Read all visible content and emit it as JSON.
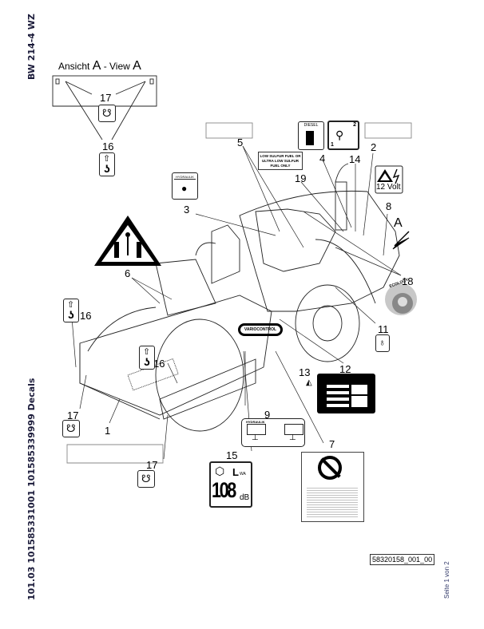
{
  "header": {
    "model": "BW 214-4 WZ"
  },
  "side_caption": "101.03 101585331001 101585339999 Decals",
  "view_caption": {
    "prefix": "Ansicht ",
    "letter": "A",
    "sep": " - View ",
    "letter2": "A"
  },
  "callouts": {
    "c1": "1",
    "c2": "2",
    "c3": "3",
    "c4": "4",
    "c5": "5",
    "c6": "6",
    "c7": "7",
    "c8": "8",
    "c9": "9",
    "c11": "11",
    "c12": "12",
    "c13": "13",
    "c14": "14",
    "c15": "15",
    "c16": "16",
    "c17": "17",
    "c18": "18",
    "c19": "19",
    "view_arrow": "A"
  },
  "decals": {
    "diesel": "DIESEL",
    "fuel_notice": [
      "LOW SULFUR FUEL OR",
      "ULTRA LOW SULFUR",
      "FUEL ONLY"
    ],
    "hydraulik": "HYDRAULIK",
    "voltage": "12 Volt",
    "noise_symbol": "L",
    "noise_sub": "WA",
    "noise_value": "108",
    "noise_unit": "dB",
    "variocontrol": "VARIOCONTROL",
    "ecology": "ECOLOGY",
    "lever_steps": [
      "1",
      "2"
    ]
  },
  "footer": {
    "drawing_id": "58320158_001_00",
    "page": "Seite 1 von 2"
  }
}
